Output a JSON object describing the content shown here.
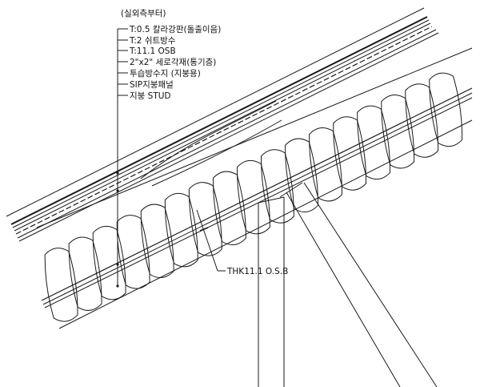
{
  "header_label": "(실외측부터)",
  "layers": [
    "T:0.5 칼라강판(돌출이음)",
    "T:2 쉬트방수",
    "T:11.1 OSB",
    "2\"x2\" 세로각재(통기층)",
    "투습방수지 (지붕용)",
    "SIP지붕패널",
    "지붕 STUD"
  ],
  "callout_label": "THK11.1 O.S.B",
  "colors": {
    "line": "#1a1a1a",
    "background": "#ffffff"
  }
}
